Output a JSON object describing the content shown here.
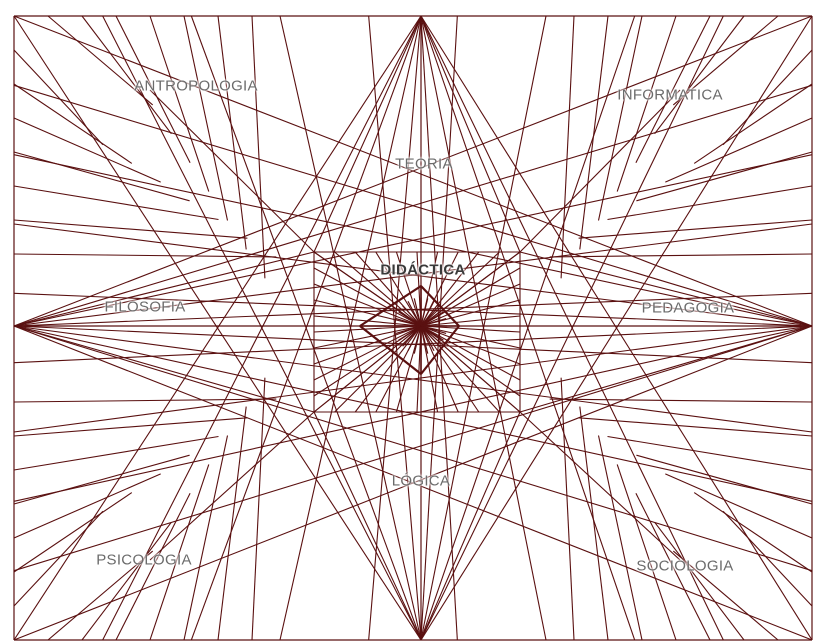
{
  "diagram": {
    "line_color": "#5a1010",
    "labels": {
      "antropologia": "ANTROPOLOGIA",
      "informatica": "INFORMATICA",
      "teoria": "TEORIA",
      "didactica": "DIDÁCTICA",
      "filosofia": "FILOSOFIA",
      "pedagogia": "PEDAGOGIA",
      "logica": "LÓGICA",
      "psicologia": "PSICOLOGIA",
      "sociologia": "SOCIOLOGIA"
    }
  }
}
